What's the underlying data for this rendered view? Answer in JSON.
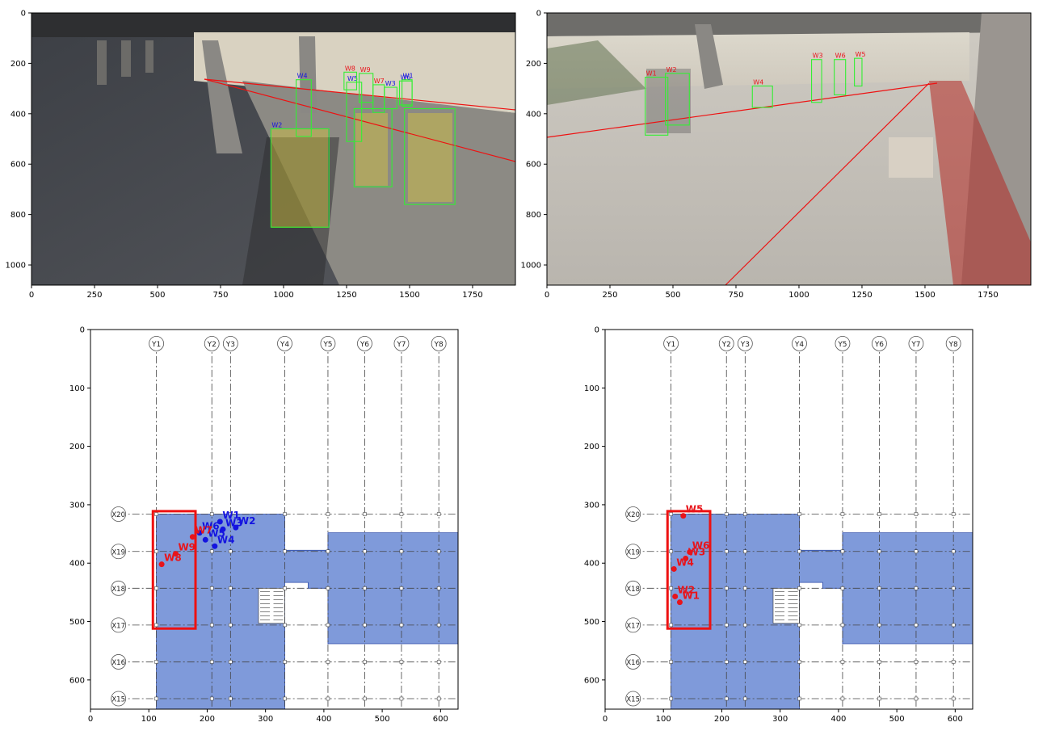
{
  "colors": {
    "detection_box": "#33ee33",
    "red_label": "#e8141b",
    "blue_label": "#1414e0",
    "floor_fill": "#7f9ada",
    "zone_outline": "#ee1111",
    "grid_line": "#444444"
  },
  "chart_data": [
    {
      "type": "image",
      "panel": "camera-view-1",
      "xticks": [
        0,
        250,
        500,
        750,
        1000,
        1250,
        1500,
        1750
      ],
      "yticks": [
        0,
        200,
        400,
        600,
        800,
        1000
      ],
      "xlim": [
        0,
        1920
      ],
      "ylim": [
        1080,
        0
      ],
      "boxes": [
        {
          "label": "W1",
          "color": "blue",
          "x0": 1470,
          "y0": 265,
          "x1": 1510,
          "y1": 370
        },
        {
          "label": "W2",
          "color": "blue",
          "x0": 950,
          "y0": 460,
          "x1": 1180,
          "y1": 850
        },
        {
          "label": "W3",
          "color": "blue",
          "x0": 1400,
          "y0": 295,
          "x1": 1450,
          "y1": 380
        },
        {
          "label": "W4",
          "color": "blue",
          "x0": 1050,
          "y0": 265,
          "x1": 1110,
          "y1": 490
        },
        {
          "label": "W5",
          "color": "blue",
          "x0": 1250,
          "y0": 275,
          "x1": 1310,
          "y1": 510
        },
        {
          "label": "W6",
          "color": "blue",
          "x0": 1460,
          "y0": 270,
          "x1": 1510,
          "y1": 365
        },
        {
          "label": "W7",
          "color": "red",
          "x0": 1355,
          "y0": 285,
          "x1": 1400,
          "y1": 395
        },
        {
          "label": "W8",
          "color": "red",
          "x0": 1240,
          "y0": 235,
          "x1": 1290,
          "y1": 305
        },
        {
          "label": "W9",
          "color": "red",
          "x0": 1300,
          "y0": 240,
          "x1": 1355,
          "y1": 355
        },
        {
          "label": "",
          "color": "none",
          "x0": 1280,
          "y0": 380,
          "x1": 1430,
          "y1": 690
        },
        {
          "label": "",
          "color": "none",
          "x0": 1480,
          "y0": 380,
          "x1": 1680,
          "y1": 760
        }
      ]
    },
    {
      "type": "image",
      "panel": "camera-view-2",
      "xticks": [
        0,
        250,
        500,
        750,
        1000,
        1250,
        1500,
        1750
      ],
      "yticks": [
        0,
        200,
        400,
        600,
        800,
        1000
      ],
      "xlim": [
        0,
        1920
      ],
      "ylim": [
        1080,
        0
      ],
      "boxes": [
        {
          "label": "W1",
          "color": "red",
          "x0": 390,
          "y0": 255,
          "x1": 480,
          "y1": 485
        },
        {
          "label": "W2",
          "color": "red",
          "x0": 470,
          "y0": 240,
          "x1": 565,
          "y1": 445
        },
        {
          "label": "W3",
          "color": "red",
          "x0": 1050,
          "y0": 185,
          "x1": 1090,
          "y1": 355
        },
        {
          "label": "W4",
          "color": "red",
          "x0": 815,
          "y0": 290,
          "x1": 895,
          "y1": 375
        },
        {
          "label": "W5",
          "color": "red",
          "x0": 1220,
          "y0": 180,
          "x1": 1250,
          "y1": 290
        },
        {
          "label": "W6",
          "color": "red",
          "x0": 1140,
          "y0": 185,
          "x1": 1185,
          "y1": 325
        }
      ]
    },
    {
      "type": "scatter",
      "panel": "floor-plan-1",
      "xticks": [
        0,
        100,
        200,
        300,
        400,
        500,
        600
      ],
      "yticks": [
        0,
        100,
        200,
        300,
        400,
        500,
        600
      ],
      "xlim": [
        0,
        630
      ],
      "ylim": [
        650,
        0
      ],
      "grid_columns": [
        "Y1",
        "Y2",
        "Y3",
        "Y4",
        "Y5",
        "Y6",
        "Y7",
        "Y8"
      ],
      "grid_rows": [
        "X20",
        "X19",
        "X18",
        "X17",
        "X16",
        "X15"
      ],
      "points": [
        {
          "label": "W1",
          "color": "blue",
          "x": 222,
          "y": 329
        },
        {
          "label": "W2",
          "color": "blue",
          "x": 249,
          "y": 339
        },
        {
          "label": "W3",
          "color": "blue",
          "x": 227,
          "y": 342
        },
        {
          "label": "W4",
          "color": "blue",
          "x": 213,
          "y": 371
        },
        {
          "label": "W5",
          "color": "blue",
          "x": 197,
          "y": 360
        },
        {
          "label": "W6",
          "color": "blue",
          "x": 187,
          "y": 348
        },
        {
          "label": "W7",
          "color": "red",
          "x": 175,
          "y": 355
        },
        {
          "label": "W8",
          "color": "red",
          "x": 122,
          "y": 402
        },
        {
          "label": "W9",
          "color": "red",
          "x": 146,
          "y": 384
        }
      ]
    },
    {
      "type": "scatter",
      "panel": "floor-plan-2",
      "xticks": [
        0,
        100,
        200,
        300,
        400,
        500,
        600
      ],
      "yticks": [
        0,
        100,
        200,
        300,
        400,
        500,
        600
      ],
      "xlim": [
        0,
        630
      ],
      "ylim": [
        650,
        0
      ],
      "grid_columns": [
        "Y1",
        "Y2",
        "Y3",
        "Y4",
        "Y5",
        "Y6",
        "Y7",
        "Y8"
      ],
      "grid_rows": [
        "X20",
        "X19",
        "X18",
        "X17",
        "X16",
        "X15"
      ],
      "points": [
        {
          "label": "W1",
          "color": "red",
          "x": 128,
          "y": 467
        },
        {
          "label": "W2",
          "color": "red",
          "x": 120,
          "y": 457
        },
        {
          "label": "W3",
          "color": "red",
          "x": 138,
          "y": 392
        },
        {
          "label": "W4",
          "color": "red",
          "x": 118,
          "y": 410
        },
        {
          "label": "W5",
          "color": "red",
          "x": 134,
          "y": 319
        },
        {
          "label": "W6",
          "color": "red",
          "x": 145,
          "y": 381
        }
      ]
    }
  ]
}
